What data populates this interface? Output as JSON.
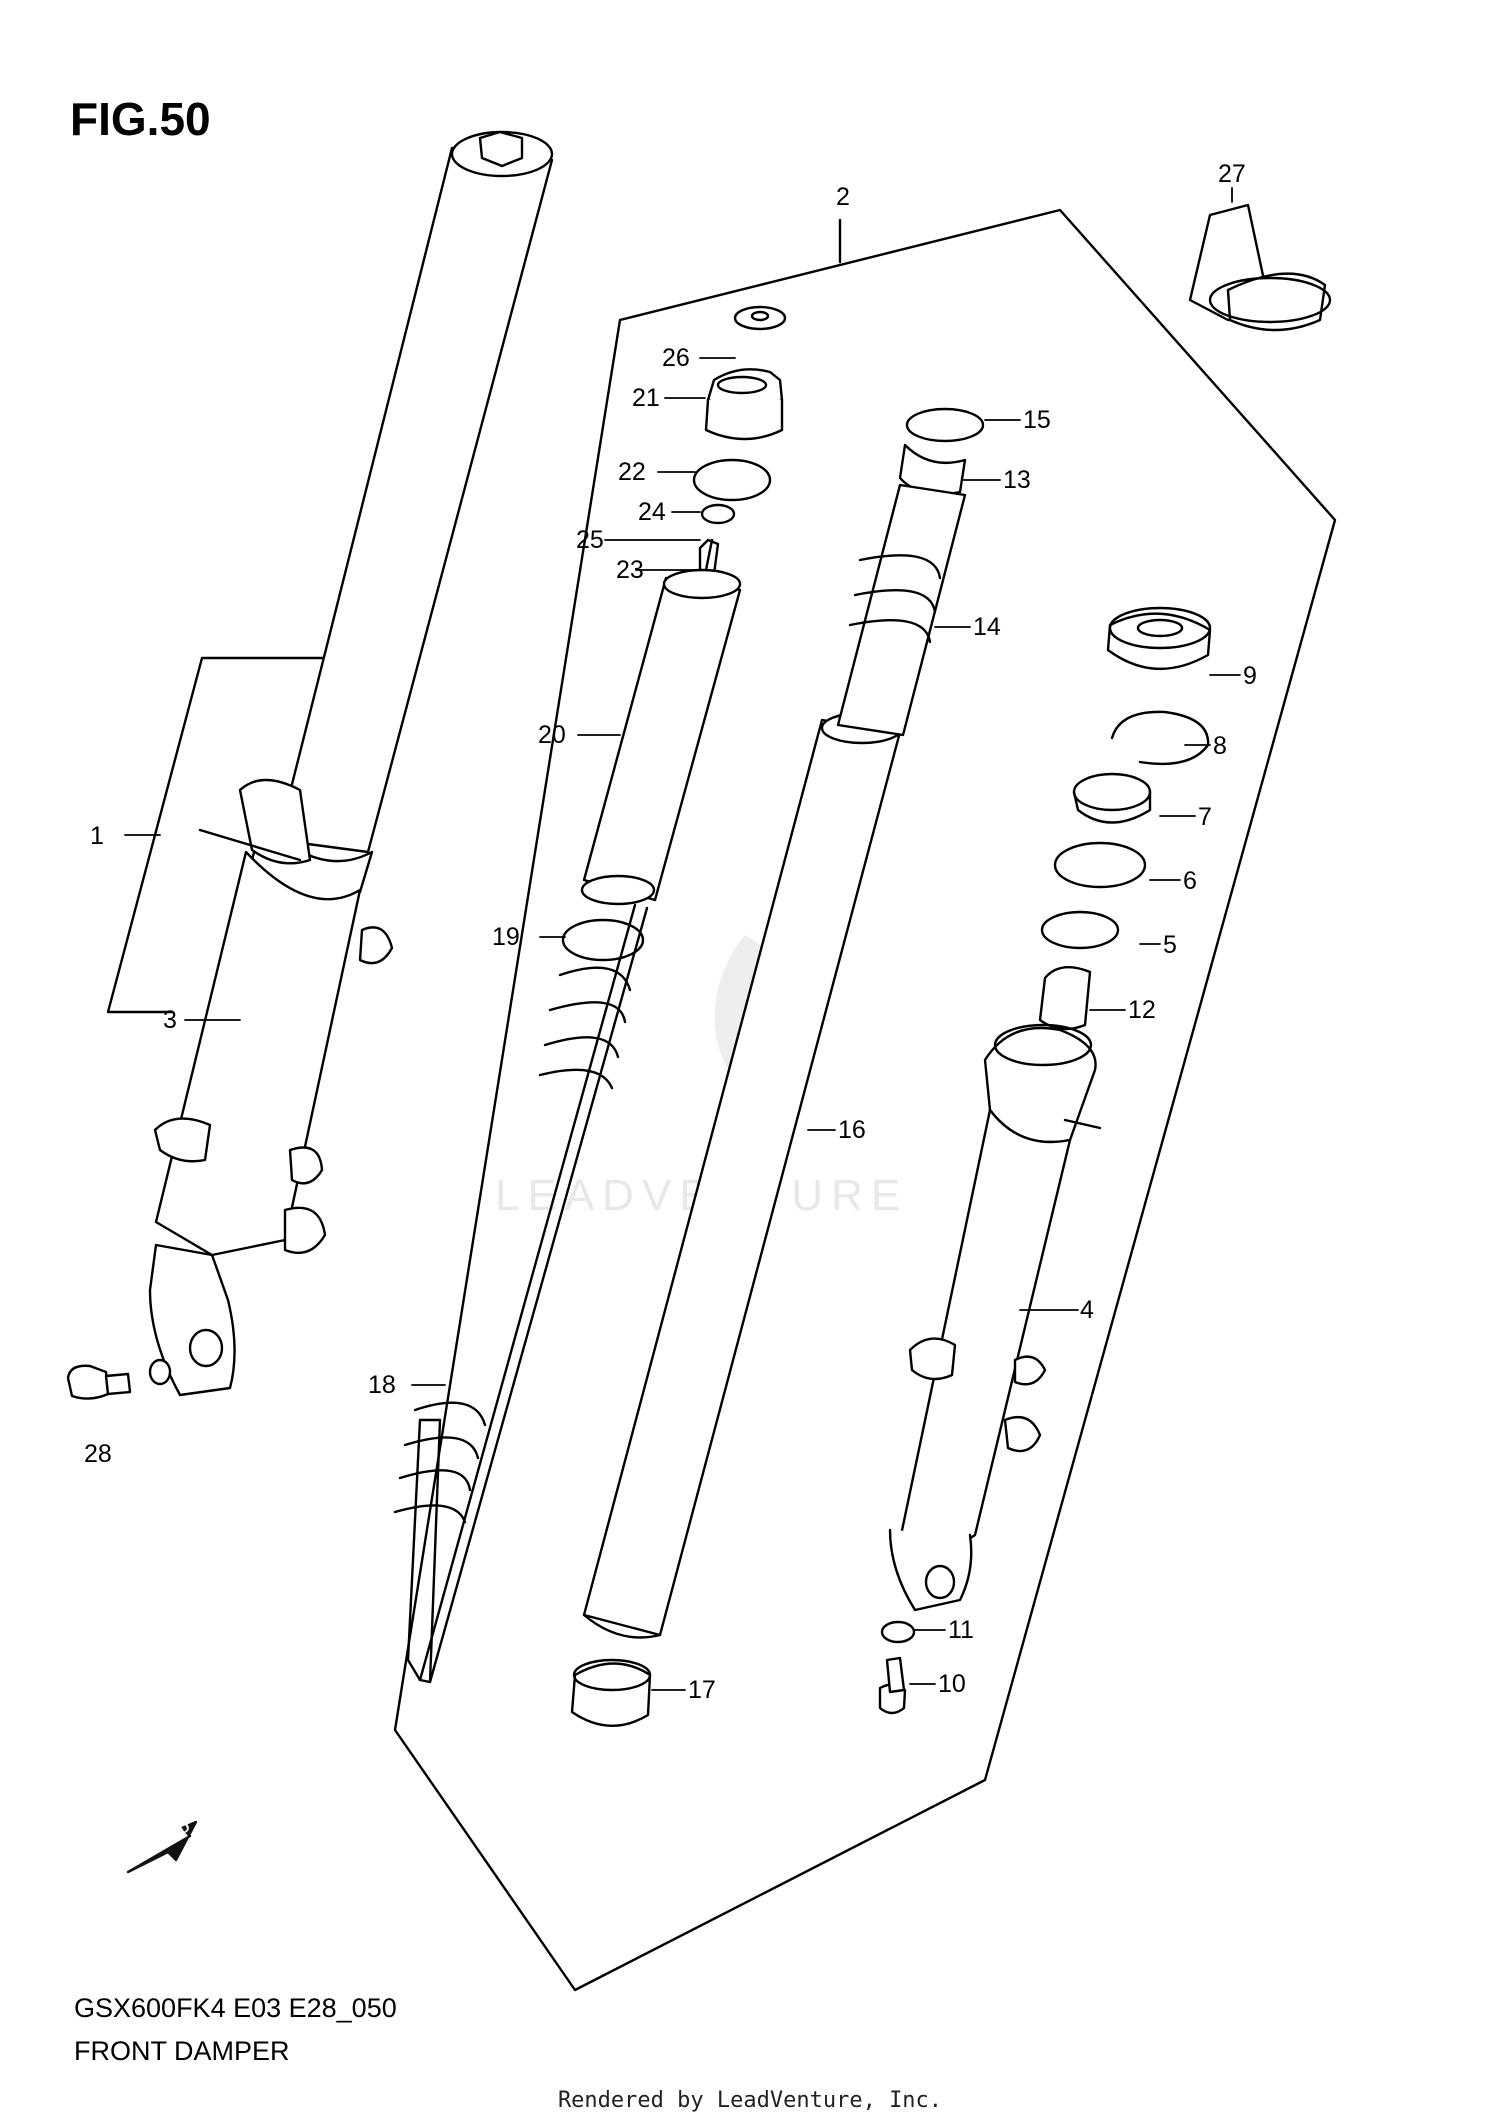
{
  "figure": {
    "title": "FIG.50",
    "model_code": "GSX600FK4  E03  E28_050",
    "name": "FRONT DAMPER"
  },
  "footer": {
    "rendered_by": "Rendered by LeadVenture, Inc."
  },
  "watermark": {
    "text": "LEADVENTURE"
  },
  "fwd_arrow": {
    "label": "FWD"
  },
  "callouts": [
    "1",
    "2",
    "3",
    "4",
    "5",
    "6",
    "7",
    "8",
    "9",
    "10",
    "11",
    "12",
    "13",
    "14",
    "15",
    "16",
    "17",
    "18",
    "19",
    "20",
    "21",
    "22",
    "23",
    "24",
    "25",
    "26",
    "27",
    "28"
  ],
  "colors": {
    "line": "#000000",
    "background": "#ffffff",
    "watermark": "#e8e8e8"
  }
}
